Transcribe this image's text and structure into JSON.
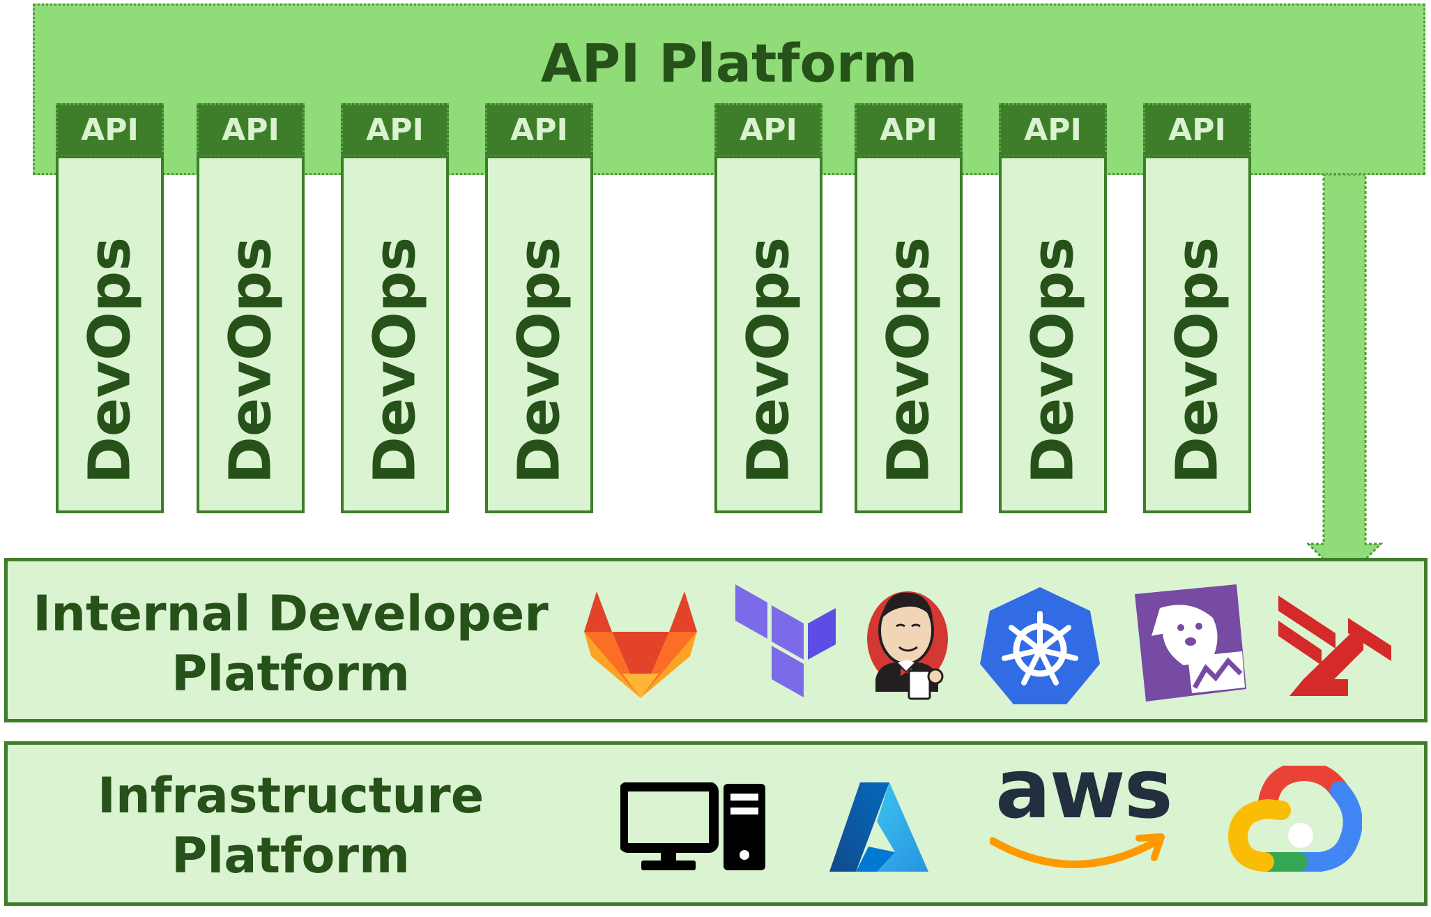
{
  "api_platform": {
    "title": "API Platform"
  },
  "teams": [
    {
      "api_label": "API",
      "devops_label": "DevOps"
    },
    {
      "api_label": "API",
      "devops_label": "DevOps"
    },
    {
      "api_label": "API",
      "devops_label": "DevOps"
    },
    {
      "api_label": "API",
      "devops_label": "DevOps"
    },
    {
      "api_label": "API",
      "devops_label": "DevOps"
    },
    {
      "api_label": "API",
      "devops_label": "DevOps"
    },
    {
      "api_label": "API",
      "devops_label": "DevOps"
    },
    {
      "api_label": "API",
      "devops_label": "DevOps"
    }
  ],
  "internal_developer_platform": {
    "title_line1": "Internal Developer",
    "title_line2": "Platform",
    "tools": [
      "gitlab-icon",
      "terraform-icon",
      "jenkins-icon",
      "kubernetes-icon",
      "datadog-icon",
      "redhat-style-icon"
    ]
  },
  "infrastructure_platform": {
    "title_line1": "Infrastructure",
    "title_line2": "Platform",
    "aws_text": "aws",
    "providers": [
      "on-premise-computer-icon",
      "azure-icon",
      "aws-icon",
      "google-cloud-icon"
    ]
  },
  "colors": {
    "top_band": "#8fdc78",
    "dark_green": "#3e7e2a",
    "light_green": "#daf3d1",
    "text_green": "#26521a"
  }
}
